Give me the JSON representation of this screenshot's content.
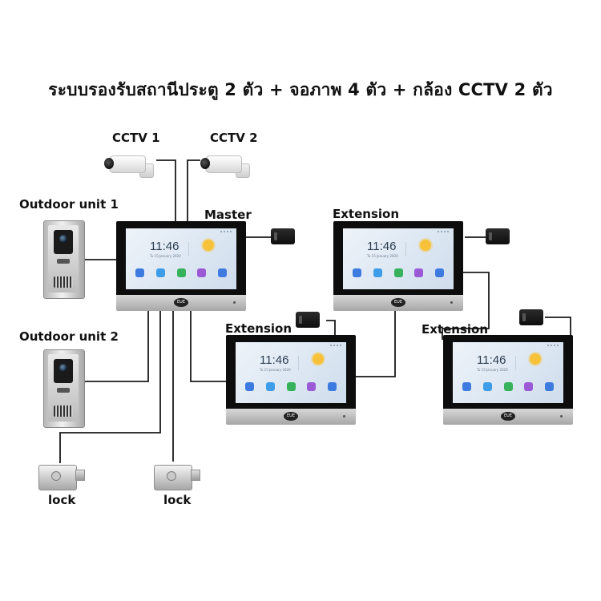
{
  "title": "ระบบรองรับสถานีประตู 2 ตัว + จอภาพ 4 ตัว + กล้อง CCTV 2 ตัว",
  "labels": {
    "cctv1": "CCTV 1",
    "cctv2": "CCTV 2",
    "outdoor1": "Outdoor unit 1",
    "outdoor2": "Outdoor unit 2",
    "master": "Master",
    "extension_top": "Extension",
    "extension_mid": "Extension",
    "extension_right": "Extension",
    "lock1": "lock",
    "lock2": "lock"
  },
  "monitor": {
    "time": "11:46",
    "date": "Tu 15 January 2020",
    "logo_text": "EUE"
  },
  "colors": {
    "wire": "#1a1a1a",
    "bezel": "#0d0d0d",
    "app_icons": [
      "#3d7be0",
      "#3e9de8",
      "#35b25a",
      "#9b59d6",
      "#3d7be0"
    ]
  },
  "icons": {
    "camera": "cctv-camera-icon",
    "outdoor": "door-station-icon",
    "lock": "electric-lock-icon",
    "adapter": "power-adapter-icon"
  }
}
